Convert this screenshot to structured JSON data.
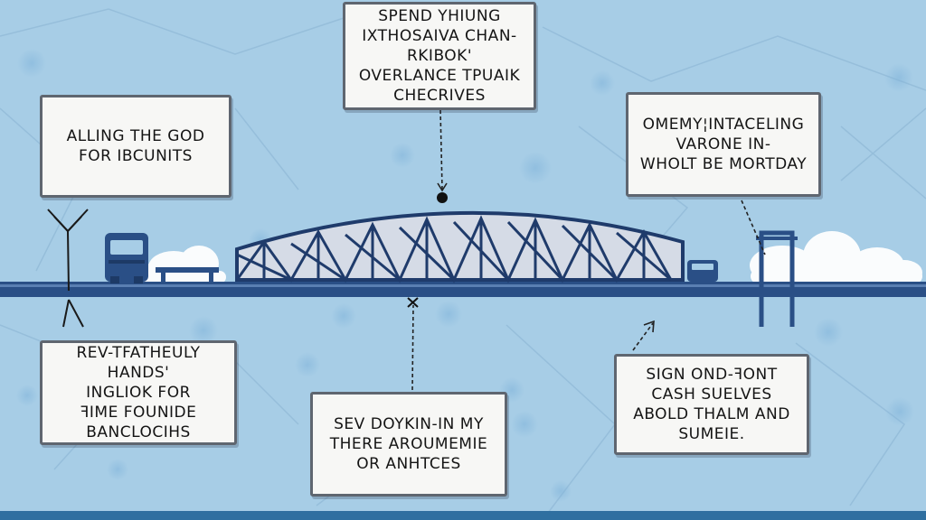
{
  "notes": {
    "top_center": [
      "SPEND YHIUNG",
      "IXTHOSAIVA CHAN-",
      "RKIBOK'",
      "OVERLANCE TPUAIK",
      "CHECRIVES"
    ],
    "top_left": [
      "ALLING THE GOD",
      "FOR IBCUNITS"
    ],
    "top_right": [
      "OMEMY¦INTACELING",
      "VARONE IN-",
      "WHOLT BE MORTDAY"
    ],
    "bottom_left": [
      "REV-TFATHEULY",
      "HANDS'",
      "INGLIOK FOR",
      "ꟻIME FOUNIDE",
      "BANCLOCIHS"
    ],
    "bottom_center": [
      "SEV DOYKIN-IN MY",
      "THERE AROUMEMIE",
      "OR ANHTCES"
    ],
    "bottom_right": [
      "SIGN OND-ꟻONT",
      "CASH SUELVES",
      "ABOLD THALM AND",
      "SUMEIE."
    ]
  },
  "colors": {
    "background": "#a7cde6",
    "track": "#2a4f86",
    "bridge_stroke": "#1f3b6b",
    "bridge_fill": "#d5dbe6",
    "note_border": "#5f6670",
    "cloud": "#ffffff"
  }
}
